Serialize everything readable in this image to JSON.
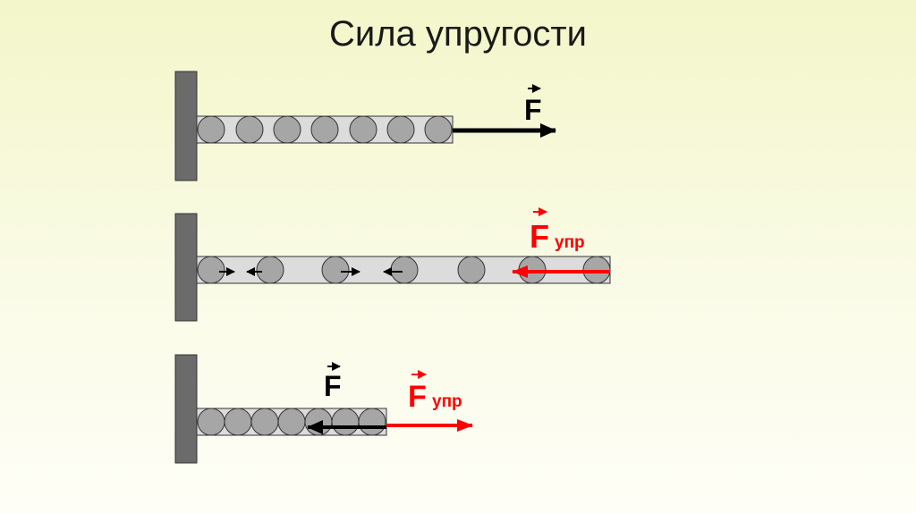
{
  "title": "Сила упругости",
  "colors": {
    "wall": "#6b6b6b",
    "rod": "#dcdcdc",
    "ball": "#a6a6a6",
    "outline": "#333333",
    "force": "#000000",
    "elastic_force": "#ff0000"
  },
  "labels": {
    "force_symbol": "F",
    "elastic_force_symbol": "F",
    "elastic_force_subscript": "упр"
  },
  "scenes": [
    {
      "state": "stretched-by-external-force"
    },
    {
      "state": "stretched-elastic-response"
    },
    {
      "state": "compressed"
    }
  ]
}
